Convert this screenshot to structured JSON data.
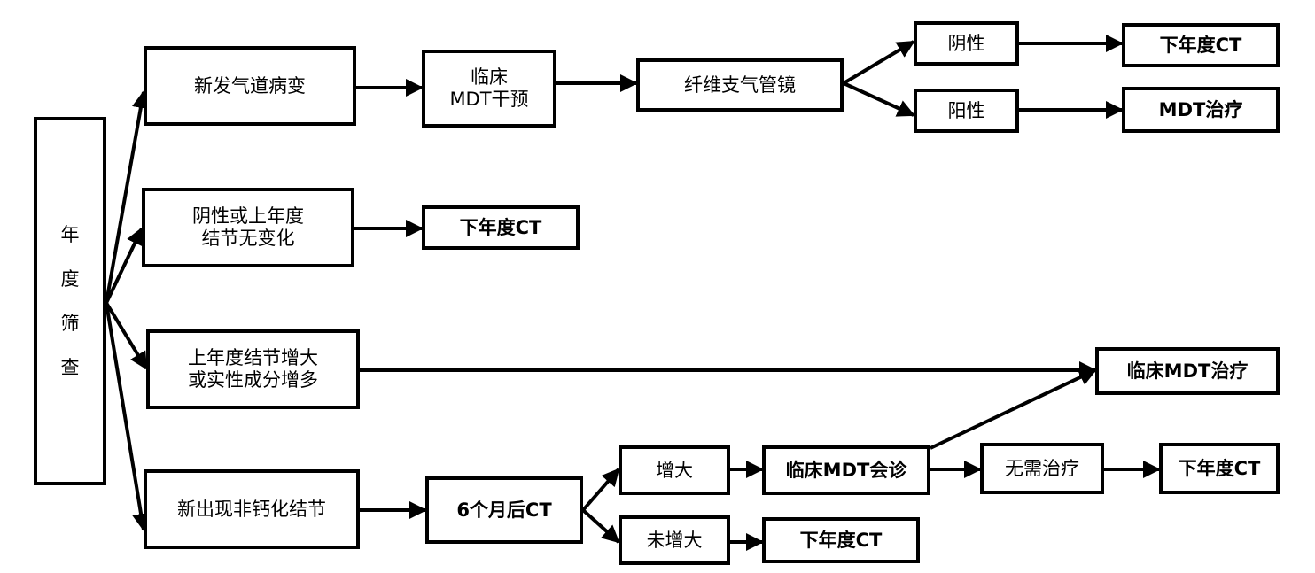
{
  "colors": {
    "line": "#000000",
    "box_border": "#000000",
    "background": "#ffffff"
  },
  "nodes": {
    "root": "年\n度\n筛\n查",
    "new_airway": "新发气道病变",
    "mdt_intervene": "临床\nMDT干预",
    "bronchoscopy": "纤维支气管镜",
    "negative": "阴性",
    "positive": "阳性",
    "next_ct_1": "下年度CT",
    "mdt_treat_1": "MDT治疗",
    "neg_or_nochange": "阴性或上年度\n结节无变化",
    "next_ct_2": "下年度CT",
    "enlarged_solid": "上年度结节增大\n或实性成分增多",
    "clinical_mdt_treat": "临床MDT治疗",
    "new_noncalc": "新出现非钙化结节",
    "ct_6m": "6个月后CT",
    "increase": "增大",
    "no_increase": "未增大",
    "mdt_consult": "临床MDT会诊",
    "no_treatment": "无需治疗",
    "next_ct_3": "下年度CT",
    "next_ct_4": "下年度CT"
  }
}
